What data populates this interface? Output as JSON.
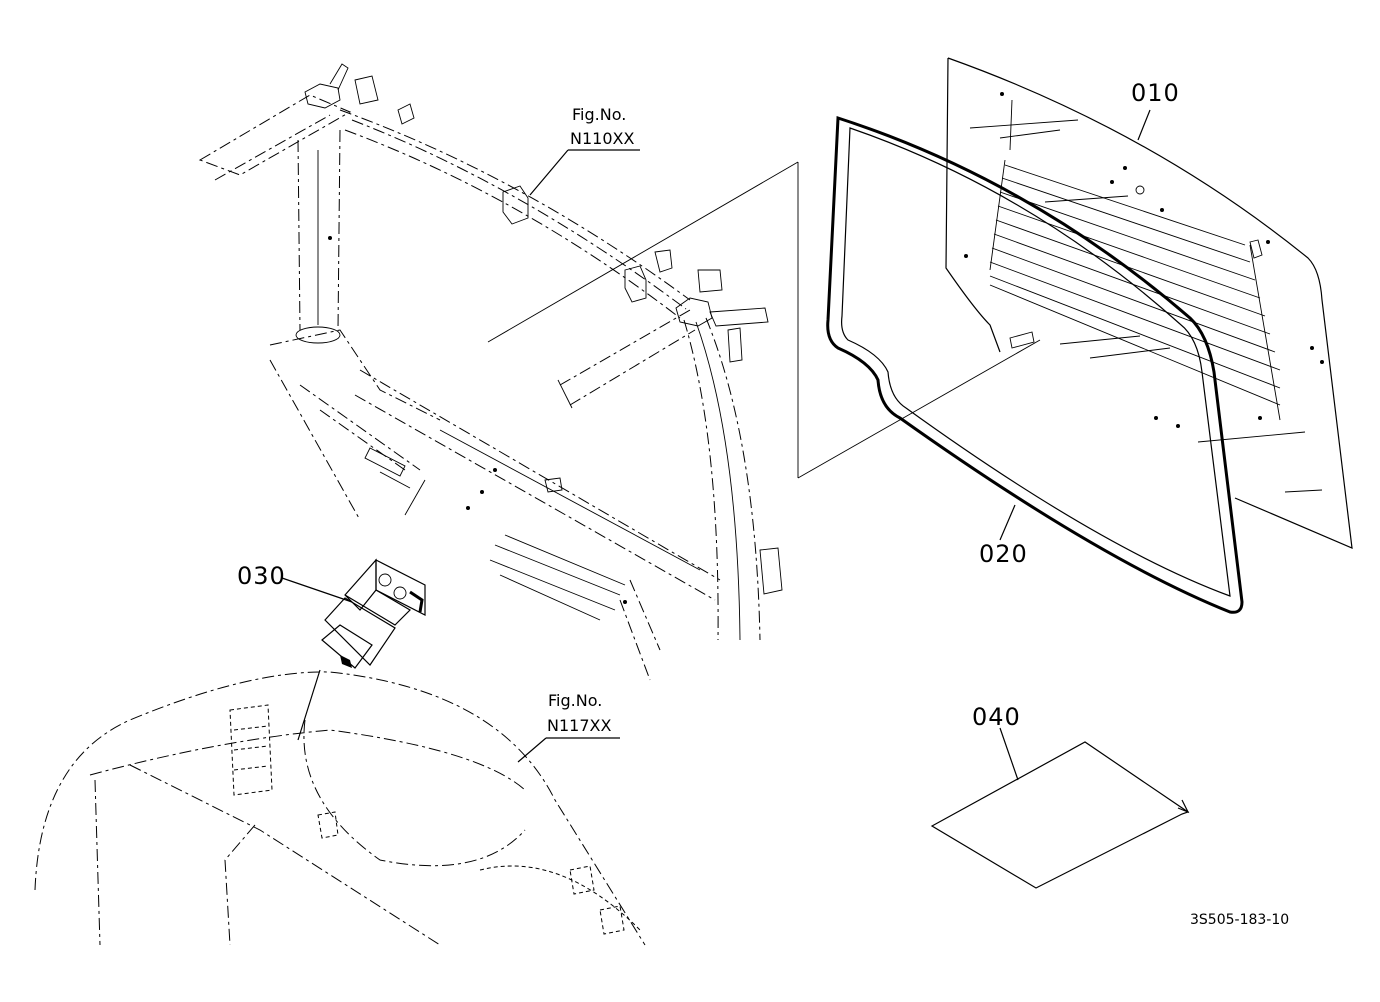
{
  "labels": {
    "part_010": "010",
    "part_020": "020",
    "part_030": "030",
    "part_040": "040",
    "fig_ref_1": {
      "title": "Fig.No.",
      "number": "N110XX"
    },
    "fig_ref_2": {
      "title": "Fig.No.",
      "number": "N117XX"
    },
    "drawing_code": "3S505-183-10"
  }
}
